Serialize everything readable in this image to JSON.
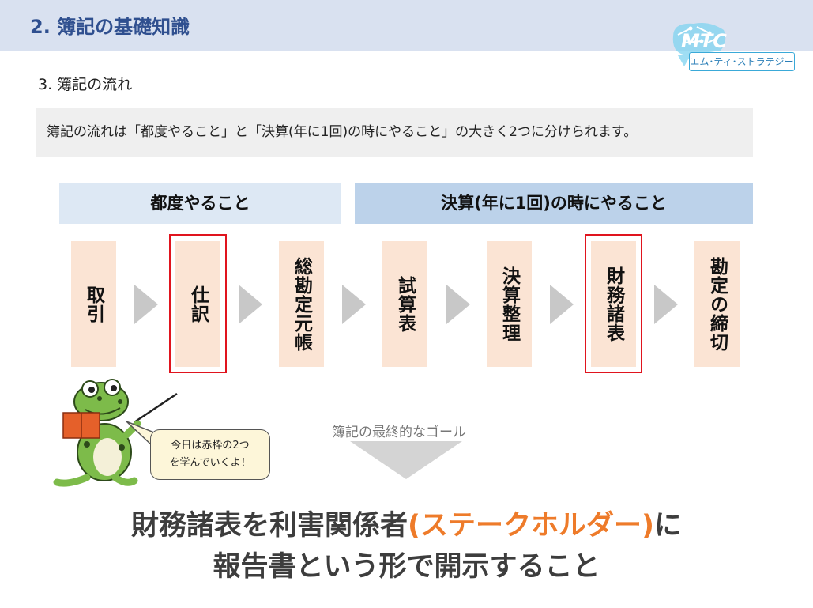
{
  "header": {
    "title": "2.  簿記の基礎知識"
  },
  "logo": {
    "mark": "MTC",
    "text": "エム･ティ･ストラテジー"
  },
  "subhead": "3. 簿記の流れ",
  "summary": "簿記の流れは「都度やること」と「決算(年に1回)の時にやること」の大きく2つに分けられます。",
  "groups": [
    {
      "label": "都度やること"
    },
    {
      "label": "決算(年に1回)の時にやること"
    }
  ],
  "steps": [
    {
      "label": "取引",
      "highlighted": false
    },
    {
      "label": "仕訳",
      "highlighted": true
    },
    {
      "label": "総勘定元帳",
      "highlighted": false
    },
    {
      "label": "試算表",
      "highlighted": false
    },
    {
      "label": "決算整理",
      "highlighted": false
    },
    {
      "label": "財務諸表",
      "highlighted": true
    },
    {
      "label": "勘定の締切",
      "highlighted": false
    }
  ],
  "goal_label": "簿記の最終的なゴール",
  "speech_bubble": {
    "line1": "今日は赤枠の2つ",
    "line2": "を学んでいくよ！"
  },
  "conclusion": {
    "line1_before": "財務諸表を利害関係者",
    "line1_accent": "(ステークホルダー)",
    "line1_after": "に",
    "line2": "報告書という形で開示すること"
  },
  "colors": {
    "header_bg": "#d9e1f0",
    "title": "#2f4f8f",
    "step_bg": "#fbe4d4",
    "highlight_border": "#e0141e",
    "accent": "#ee7b2a",
    "chevron": "#c8c8c8"
  }
}
